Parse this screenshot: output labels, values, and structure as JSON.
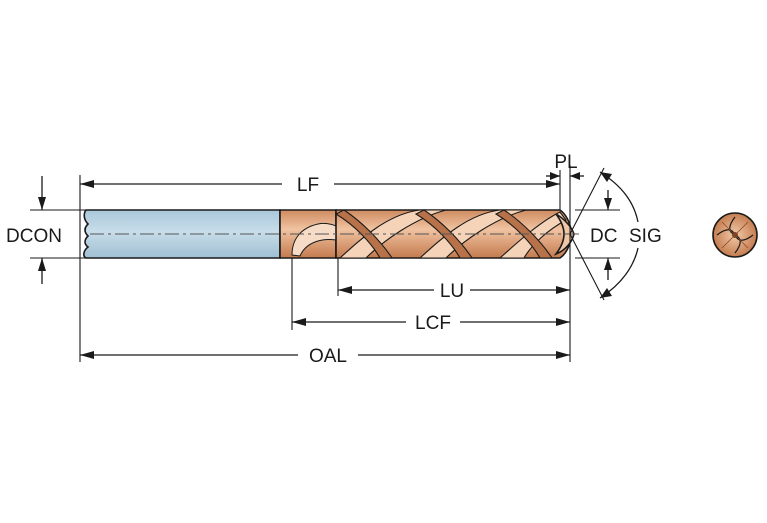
{
  "labels": {
    "lf": "LF",
    "pl": "PL",
    "dcon": "DCON",
    "dc": "DC",
    "sig": "SIG",
    "lu": "LU",
    "lcf": "LCF",
    "oal": "OAL"
  },
  "colors": {
    "shank": "#b9d3e3",
    "flute": "#e0a27a",
    "flute_light": "#efc8a8",
    "flute_dark": "#b56f45",
    "line": "#1a1a1a"
  }
}
